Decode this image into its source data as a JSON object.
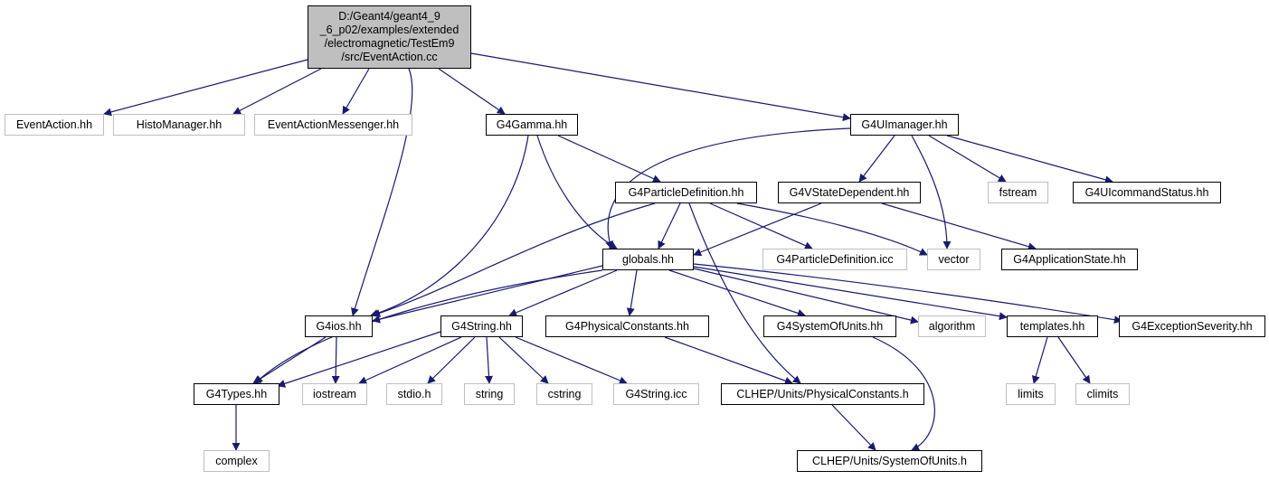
{
  "graph": {
    "edge_color": "#191970",
    "root_fill": "#bfbfbf",
    "external_border": "#bfbfbf",
    "nodes": {
      "root": [
        "D:/Geant4/geant4_9",
        "_6_p02/examples/extended",
        "/electromagnetic/TestEm9",
        "/src/EventAction.cc"
      ],
      "eventaction_hh": "EventAction.hh",
      "histomanager_hh": "HistoManager.hh",
      "eventactionmessenger_hh": "EventActionMessenger.hh",
      "g4gamma_hh": "G4Gamma.hh",
      "g4uimanager_hh": "G4UImanager.hh",
      "g4particledefinition_hh": "G4ParticleDefinition.hh",
      "g4vstatedependent_hh": "G4VStateDependent.hh",
      "fstream": "fstream",
      "g4uicommandstatus_hh": "G4UIcommandStatus.hh",
      "globals_hh": "globals.hh",
      "g4particledefinition_icc": "G4ParticleDefinition.icc",
      "vector": "vector",
      "g4applicationstate_hh": "G4ApplicationState.hh",
      "g4ios_hh": "G4ios.hh",
      "g4string_hh": "G4String.hh",
      "g4physicalconstants_hh": "G4PhysicalConstants.hh",
      "g4systemofunits_hh": "G4SystemOfUnits.hh",
      "algorithm": "algorithm",
      "templates_hh": "templates.hh",
      "g4exceptionseverity_hh": "G4ExceptionSeverity.hh",
      "g4types_hh": "G4Types.hh",
      "iostream": "iostream",
      "stdio_h": "stdio.h",
      "string": "string",
      "cstring": "cstring",
      "g4string_icc": "G4String.icc",
      "clhep_physicalconstants_h": "CLHEP/Units/PhysicalConstants.h",
      "limits": "limits",
      "climits": "climits",
      "complex": "complex",
      "clhep_systemofunits_h": "CLHEP/Units/SystemOfUnits.h"
    }
  }
}
